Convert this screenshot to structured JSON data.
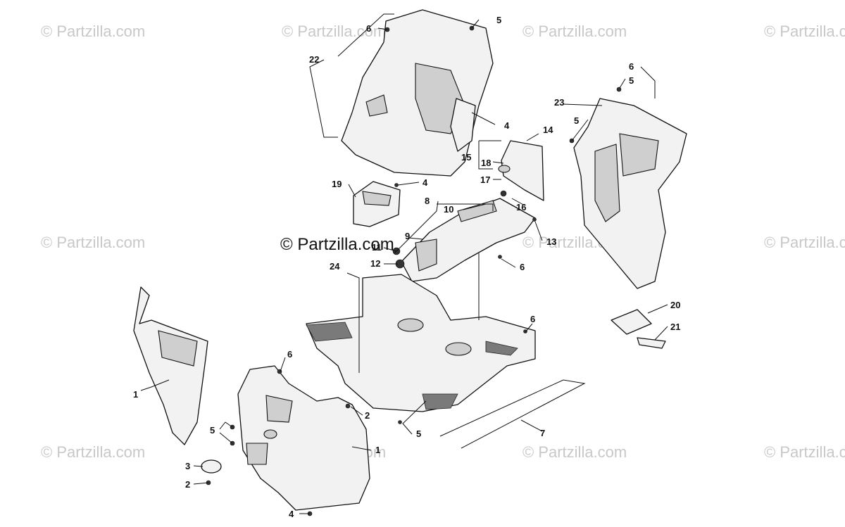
{
  "diagram": {
    "watermark_text": "© Partzilla.com",
    "center_watermark_text": "© Partzilla.com",
    "callouts": [
      {
        "id": "c-1a",
        "label": "1"
      },
      {
        "id": "c-1b",
        "label": "1"
      },
      {
        "id": "c-2a",
        "label": "2"
      },
      {
        "id": "c-2b",
        "label": "2"
      },
      {
        "id": "c-3",
        "label": "3"
      },
      {
        "id": "c-4a",
        "label": "4"
      },
      {
        "id": "c-4b",
        "label": "4"
      },
      {
        "id": "c-4c",
        "label": "4"
      },
      {
        "id": "c-5a",
        "label": "5"
      },
      {
        "id": "c-5b",
        "label": "5"
      },
      {
        "id": "c-5c",
        "label": "5"
      },
      {
        "id": "c-5d",
        "label": "5"
      },
      {
        "id": "c-5e",
        "label": "5"
      },
      {
        "id": "c-6a",
        "label": "6"
      },
      {
        "id": "c-6b",
        "label": "6"
      },
      {
        "id": "c-6c",
        "label": "6"
      },
      {
        "id": "c-6d",
        "label": "6"
      },
      {
        "id": "c-6e",
        "label": "6"
      },
      {
        "id": "c-7",
        "label": "7"
      },
      {
        "id": "c-8",
        "label": "8"
      },
      {
        "id": "c-9",
        "label": "9"
      },
      {
        "id": "c-10",
        "label": "10"
      },
      {
        "id": "c-11",
        "label": "11"
      },
      {
        "id": "c-12",
        "label": "12"
      },
      {
        "id": "c-13",
        "label": "13"
      },
      {
        "id": "c-14",
        "label": "14"
      },
      {
        "id": "c-15",
        "label": "15"
      },
      {
        "id": "c-16",
        "label": "16"
      },
      {
        "id": "c-17",
        "label": "17"
      },
      {
        "id": "c-18",
        "label": "18"
      },
      {
        "id": "c-19",
        "label": "19"
      },
      {
        "id": "c-20",
        "label": "20"
      },
      {
        "id": "c-21",
        "label": "21"
      },
      {
        "id": "c-22",
        "label": "22"
      },
      {
        "id": "c-23",
        "label": "23"
      },
      {
        "id": "c-24",
        "label": "24"
      }
    ]
  }
}
